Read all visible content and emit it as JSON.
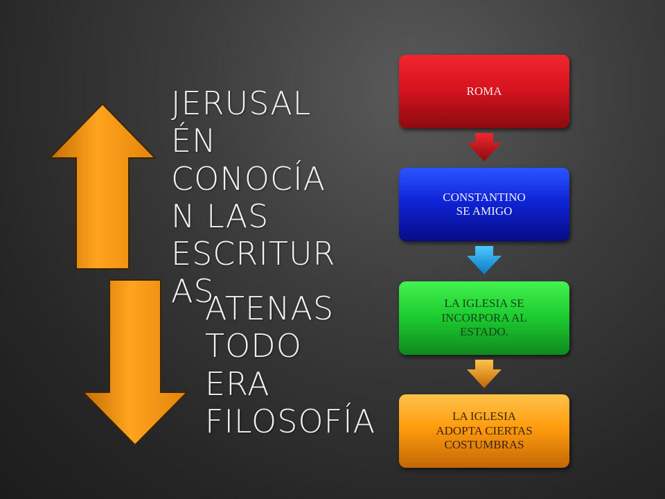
{
  "left": {
    "jerusalen_text": "JERUSAL\nÉN\nCONOCÍA\nN LAS\nESCRITUR\nAS",
    "atenas_text": "ATENAS\nTODO\nERA\nFILOSOFÍA",
    "arrow_color": "#f7a21b"
  },
  "flow": {
    "steps": [
      {
        "label": "ROMA",
        "color": "#e0141e"
      },
      {
        "label": "CONSTANTINO\nSE  AMIGO",
        "color": "#1428e0"
      },
      {
        "label": "LA  IGLESIA  SE\nINCORPORA  AL\nESTADO.",
        "color": "#22d236"
      },
      {
        "label": "LA IGLESIA\nADOPTA  CIERTAS\nCOSTUMBRAS",
        "color": "#ffa01c"
      }
    ],
    "connector_colors": [
      "#d8141f",
      "#1ea3e6",
      "#ffa01c"
    ]
  }
}
